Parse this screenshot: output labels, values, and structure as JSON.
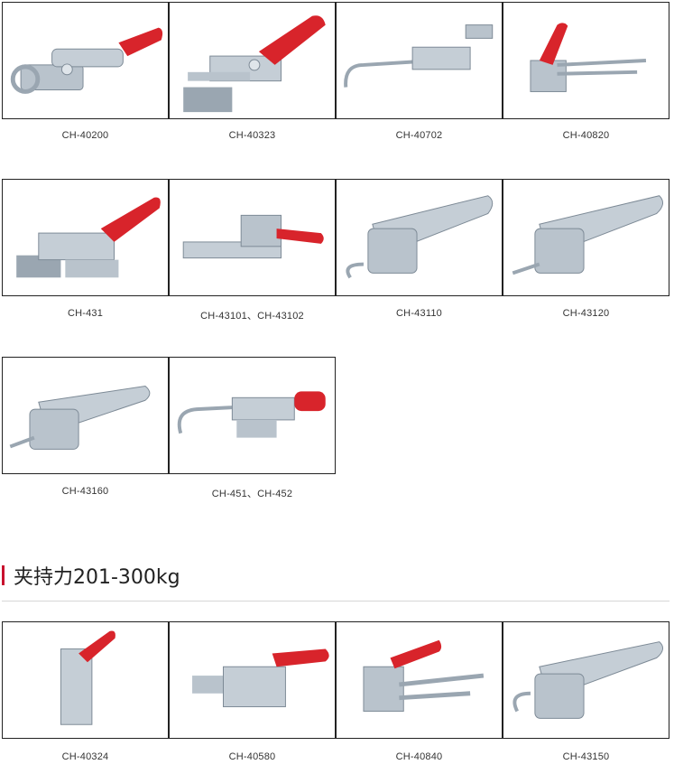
{
  "products_a": [
    {
      "model": "CH-40200"
    },
    {
      "model": "CH-40323"
    },
    {
      "model": "CH-40702"
    },
    {
      "model": "CH-40820"
    },
    {
      "model": "CH-431"
    },
    {
      "model": "CH-43101、CH-43102"
    },
    {
      "model": "CH-43110"
    },
    {
      "model": "CH-43120"
    },
    {
      "model": "CH-43160"
    },
    {
      "model": "CH-451、CH-452"
    }
  ],
  "section": {
    "title": "夹持力201-300kg",
    "accent_color": "#c8102e"
  },
  "products_b": [
    {
      "model": "CH-40324"
    },
    {
      "model": "CH-40580"
    },
    {
      "model": "CH-40840"
    },
    {
      "model": "CH-43150"
    }
  ],
  "colors": {
    "metal": "#b9c3cc",
    "metal_dark": "#7d8a96",
    "handle_red": "#d8242b",
    "border": "#222222"
  }
}
